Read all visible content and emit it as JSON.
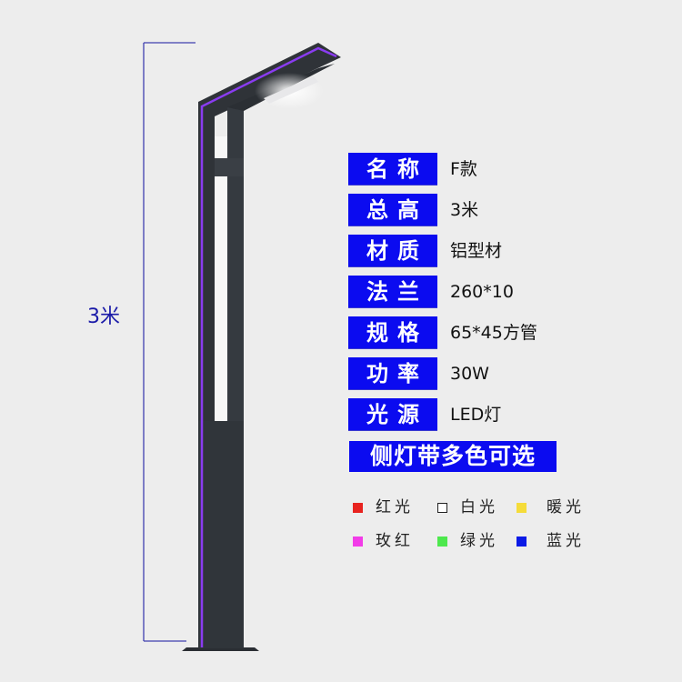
{
  "dimension": {
    "label": "3米"
  },
  "specs": [
    {
      "label": "名称",
      "value": "F款"
    },
    {
      "label": "总高",
      "value": "3米"
    },
    {
      "label": "材质",
      "value": "铝型材"
    },
    {
      "label": "法兰",
      "value": "260*10"
    },
    {
      "label": "规格",
      "value": "65*45方管"
    },
    {
      "label": "功率",
      "value": "30W"
    },
    {
      "label": "光源",
      "value": "LED灯"
    }
  ],
  "banner": "侧灯带多色可选",
  "colors": [
    {
      "name": "红光",
      "color": "#e8231f"
    },
    {
      "name": "白光",
      "color": "#ffffff"
    },
    {
      "name": "暖光",
      "color": "#f5dc3a"
    },
    {
      "name": "玫红",
      "color": "#f23ce8"
    },
    {
      "name": "绿光",
      "color": "#4de84d"
    },
    {
      "name": "蓝光",
      "color": "#0b1ae6"
    }
  ]
}
